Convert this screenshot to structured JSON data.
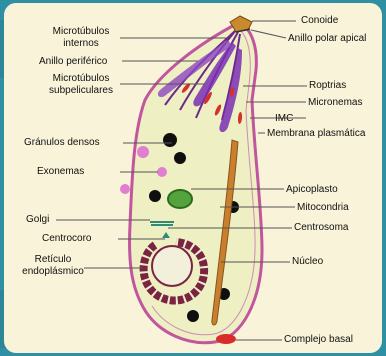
{
  "diagram": {
    "labels": {
      "conoide": "Conoide",
      "anillo_polar_apical": "Anillo polar apical",
      "microtubulos_internos_l1": "Microtúbulos",
      "microtubulos_internos_l2": "internos",
      "anillo_periferico": "Anillo periférico",
      "microtubulos_subpeliculares_l1": "Microtúbulos",
      "microtubulos_subpeliculares_l2": "subpeliculares",
      "roptrias": "Roptrias",
      "micronemas": "Micronemas",
      "imc": "IMC",
      "membrana_plasmatica": "Membrana plasmática",
      "granulos_densos": "Gránulos densos",
      "exonemas": "Exonemas",
      "apicoplasto": "Apicoplasto",
      "mitocondria": "Mitocondria",
      "golgi": "Golgi",
      "centrosoma": "Centrosoma",
      "centrocoro": "Centrocoro",
      "reticulo_l1": "Retículo",
      "reticulo_l2": "endoplásmico",
      "nucleo": "Núcleo",
      "complejo_basal": "Complejo basal"
    },
    "colors": {
      "background": "#2f8fa3",
      "panel": "#f9f3d9",
      "cytoplasm": "#eef0c4",
      "membrane": "#c2569e",
      "microtubule": "#6b2a87",
      "roptria": "#7a2fb3",
      "micronema": "#d4312a",
      "granule": "#0f0f0f",
      "exoneme": "#e07fd0",
      "apicoplast": "#54a33c",
      "mitochondrion": "#c8802e",
      "golgi": "#2e8b78",
      "nucleus": "#7a2343",
      "conoid": "#c98a2d",
      "basal_complex": "#d82b2b"
    }
  }
}
